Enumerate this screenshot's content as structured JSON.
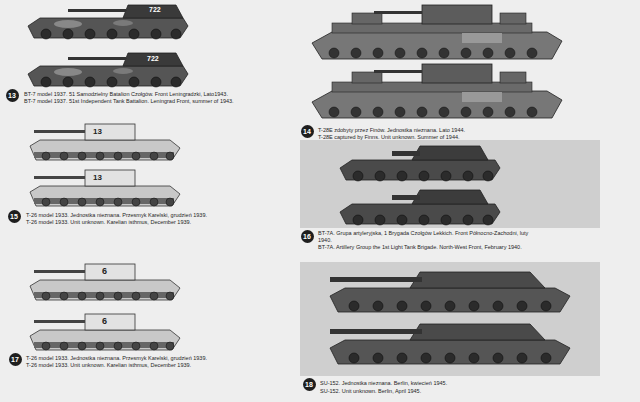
{
  "diagram": {
    "nodes": [
      {
        "text": [
          "13"
        ]
      },
      {
        "text": [
          "14"
        ]
      },
      {
        "text": [
          "15"
        ]
      },
      {
        "text": [
          "16"
        ]
      },
      {
        "text": [
          "17"
        ]
      },
      {
        "text": [
          "18"
        ]
      }
    ],
    "labels": [
      "722",
      "722",
      "BT-7 model 1937. 51 Samodzielny Batalion Czołgów. Front Leningradzki, Lato1943.",
      "BT-7 model 1937. 51st Independent Tank Battalion. Leningrad Front, summer of 1943.",
      "13",
      "13",
      "T-26 model 1933. Jednostka nieznana. Przesmyk Karelski, grudzień 1939.",
      "T-26 model 1933. Unit unknown. Karelian isthmus, December 1939.",
      "6",
      "6",
      "T-26 model 1933. Jednostka nieznana. Przesmyk Karelski, grudzień 1939.",
      "T-26 model 1933. Unit unknown. Karelian isthmus, December 1939.",
      "T-28E zdobyty przez Finów. Jednostka nieznana. Lato 1944.",
      "T-28E captured by Finns. Unit unknown. Summer of 1944.",
      "BT-7A. Grupa artyleryjska, 1 Brygada Czołgów Lekkich. Front Północno-Zachodni, luty 1940.",
      "BT-7A. Artillery Group the 1st Light Tank Brigade. North-West Front, February 1940.",
      "SU-152. Jednostka nieznana. Berlin, kwiecień 1945.",
      "SU-152. Unit unknown. Berlin, April 1945."
    ]
  }
}
